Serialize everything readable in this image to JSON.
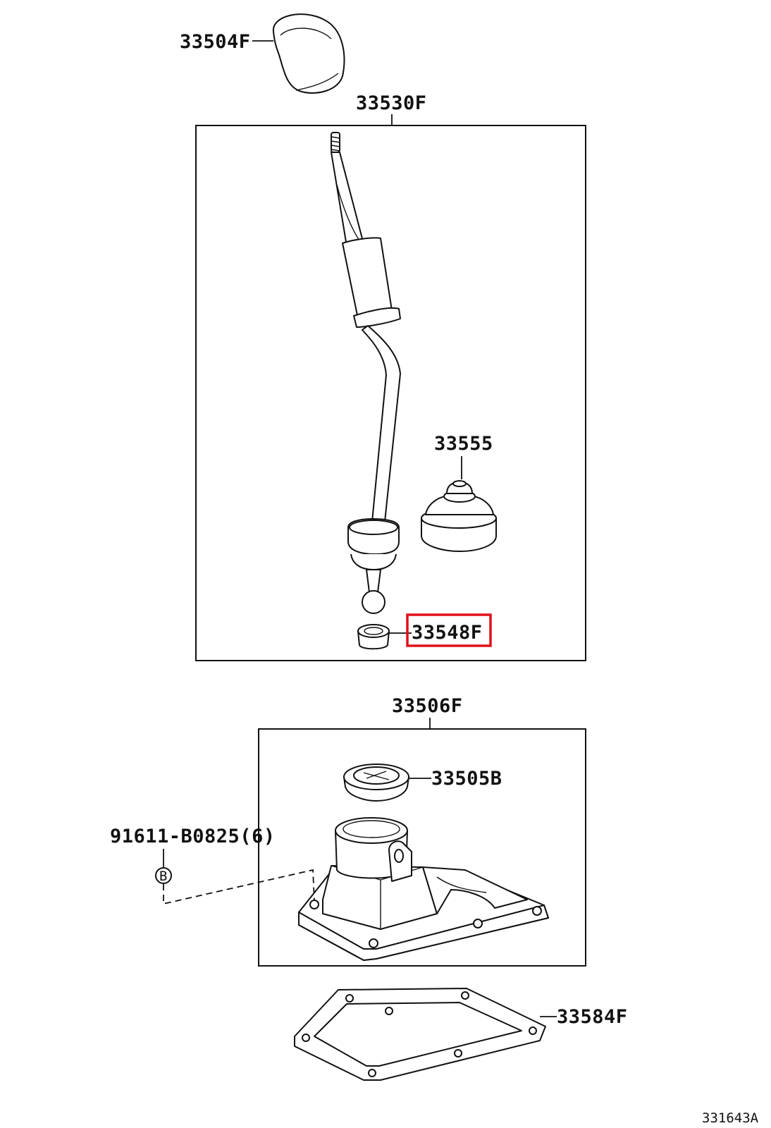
{
  "diagram": {
    "labels": {
      "knob": "33504F",
      "lever_assy": "33530F",
      "boot": "33555",
      "seat": "33548F",
      "retainer_assy": "33506F",
      "bushing": "33505B",
      "bolt": "91611-B0825(6)",
      "bolt_marker": "B",
      "gasket": "33584F"
    },
    "highlighted_part": "33548F",
    "highlight_color": "#e0101a",
    "figure_code": "331643A"
  }
}
